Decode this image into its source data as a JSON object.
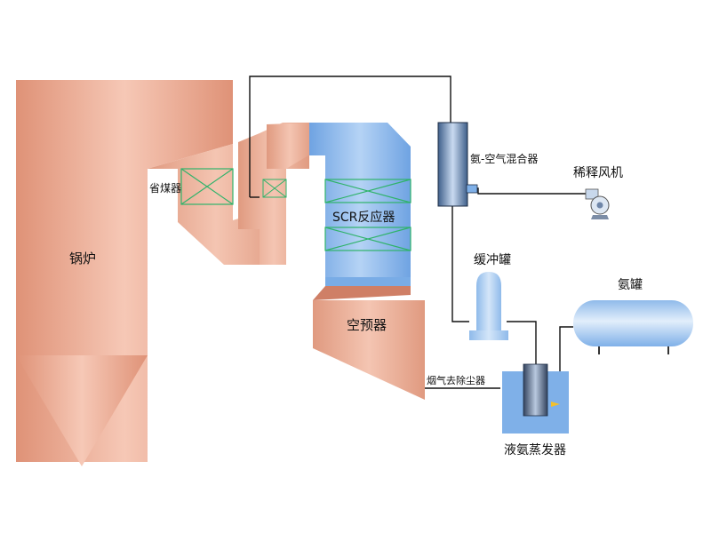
{
  "labels": {
    "boiler": "锅炉",
    "economizer": "省煤器",
    "scr_reactor": "SCR反应器",
    "air_preheater": "空预器",
    "mixer": "氨-空气混合器",
    "dilution_fan": "稀释风机",
    "buffer_tank": "缓冲罐",
    "ammonia_tank": "氨罐",
    "evaporator": "液氨蒸发器",
    "flue_gas_out": "烟气去除尘器"
  },
  "colors": {
    "boiler_fill": "#e6a087",
    "scr_fill": "#7fb0e8",
    "equipment_blue": "#a6c8ef",
    "catalyst_grid": "#2fb36a",
    "pipe": "#111111"
  }
}
